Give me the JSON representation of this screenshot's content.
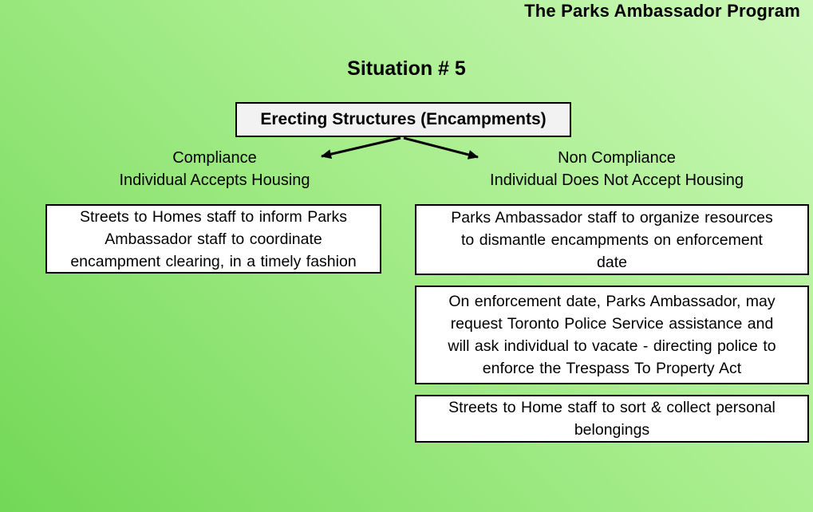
{
  "slide": {
    "program_title": "The Parks Ambassador Program",
    "situation_title": "Situation # 5",
    "header_box_label": "Erecting Structures (Encampments)"
  },
  "branches": {
    "compliance": {
      "line1": "Compliance",
      "line2": "Individual Accepts Housing"
    },
    "non_compliance": {
      "line1": "Non Compliance",
      "line2": "Individual Does Not Accept Housing"
    }
  },
  "boxes": {
    "compliance": {
      "lines": [
        "Streets to Homes staff to inform Parks",
        "Ambassador staff to coordinate",
        "encampment clearing, in a timely fashion"
      ]
    },
    "non_compliance_1": {
      "lines": [
        "Parks Ambassador staff to organize resources",
        "to dismantle encampments on enforcement",
        "date"
      ]
    },
    "non_compliance_2": {
      "lines": [
        "On enforcement date, Parks Ambassador, may",
        "request Toronto Police Service assistance and",
        "will ask individual to vacate - directing police to",
        "enforce the Trespass To Property Act"
      ]
    },
    "non_compliance_3": {
      "lines": [
        "Streets to Home staff to sort & collect personal",
        "belongings"
      ]
    }
  },
  "colors": {
    "background_light": "#cbf8b8",
    "background_dark": "#72d856",
    "header_box_fill": "#f2f2f2",
    "flow_box_fill": "#ffffff",
    "border": "#000000",
    "text": "#000000"
  }
}
